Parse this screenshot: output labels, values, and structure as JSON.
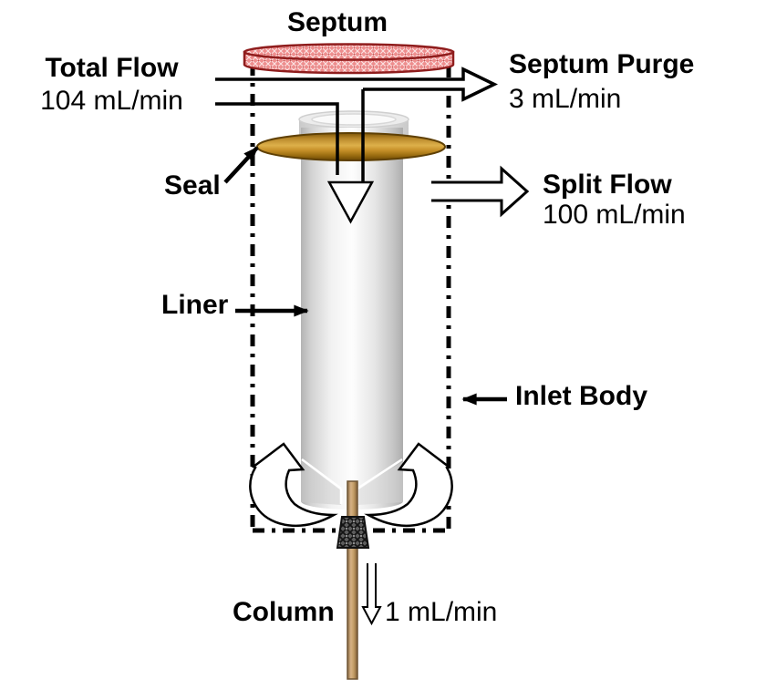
{
  "diagram": {
    "septum": {
      "label": "Septum"
    },
    "total_flow": {
      "label": "Total Flow",
      "value": "104 mL/min"
    },
    "septum_purge": {
      "label": "Septum Purge",
      "value": "3 mL/min"
    },
    "split_flow": {
      "label": "Split Flow",
      "value": "100 mL/min"
    },
    "seal": {
      "label": "Seal"
    },
    "liner": {
      "label": "Liner"
    },
    "inlet_body": {
      "label": "Inlet Body"
    },
    "column": {
      "label": "Column",
      "value": "1 mL/min"
    },
    "colors": {
      "septum_fill": "#ee8e8e",
      "septum_border": "#8f1d1d",
      "seal_gold": "#c8922a",
      "liner_gray": "#d9d9d9",
      "column_tan": "#c2a26f",
      "ink": "#000000"
    }
  }
}
